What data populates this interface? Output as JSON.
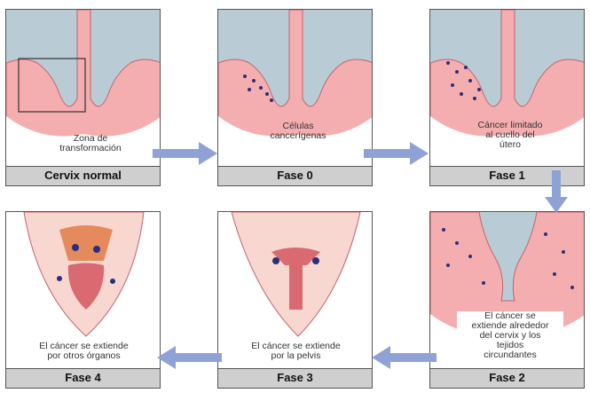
{
  "colors": {
    "tissue": "#f4aeb0",
    "tissue_edge": "#c5616b",
    "lumen": "#b9ccd6",
    "cancer": "#2a2f7a",
    "label_bar": "#cfcfcf",
    "arrow": "#8fa2d6"
  },
  "panels": [
    {
      "id": "p0",
      "label": "Cervix normal",
      "note": "Zona de\ntransformación"
    },
    {
      "id": "p1",
      "label": "Fase 0",
      "note": "Células\ncancerígenas"
    },
    {
      "id": "p2",
      "label": "Fase 1",
      "note": "Cáncer limitado\nal cuello del\nútero"
    },
    {
      "id": "p3",
      "label": "Fase 4",
      "note": "El cáncer se extiende\npor otros órganos"
    },
    {
      "id": "p4",
      "label": "Fase 3",
      "note": "El cáncer se extiende\npor la pelvis"
    },
    {
      "id": "p5",
      "label": "Fase 2",
      "note": "El cáncer se\nextiende alrededor\ndel cervix y los\ntejidos\ncircundantes"
    }
  ]
}
